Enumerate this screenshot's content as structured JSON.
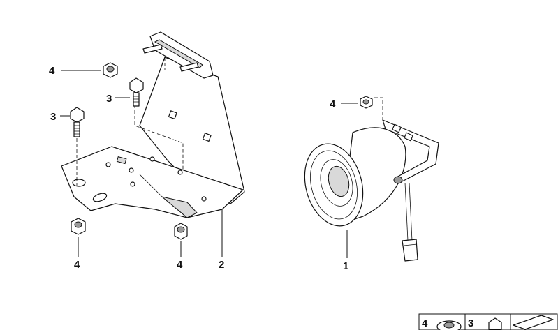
{
  "callouts": {
    "c1": "1",
    "c2": "2",
    "c3a": "3",
    "c3b": "3",
    "c4a": "4",
    "c4b": "4",
    "c4c": "4",
    "c4d": "4"
  },
  "legend": {
    "nut_num": "4",
    "bolt_num": "3"
  }
}
